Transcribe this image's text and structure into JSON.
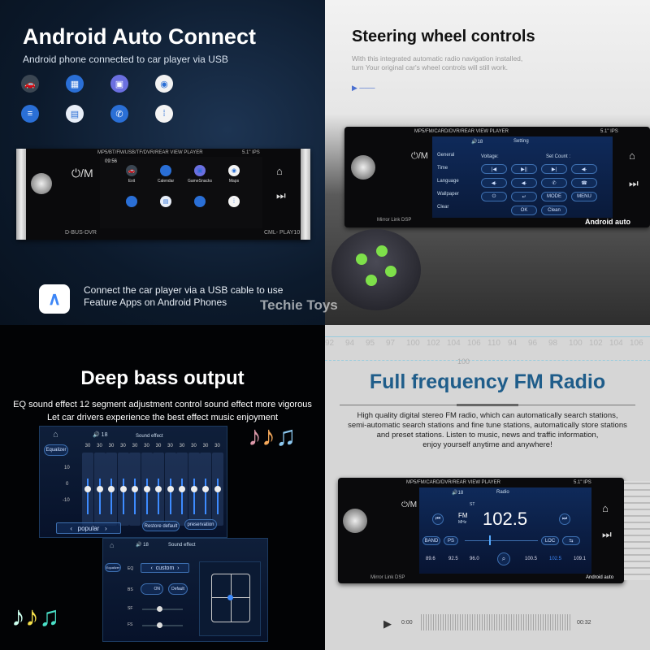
{
  "q1": {
    "title": "Android Auto Connect",
    "subtitle": "Android phone connected to car player via USB",
    "icons": [
      {
        "name": "car-icon",
        "color": "#3b4652",
        "glyph": "🚗"
      },
      {
        "name": "calendar-icon",
        "color": "#2a6fd6",
        "glyph": "▦"
      },
      {
        "name": "gamesnacks-icon",
        "color": "#6b6fe0",
        "glyph": "▣"
      },
      {
        "name": "maps-icon",
        "color": "#f2f2f2",
        "glyph": "◉"
      },
      {
        "name": "messages-icon",
        "color": "#2a6fd6",
        "glyph": "≡"
      },
      {
        "name": "news-icon",
        "color": "#e8eef8",
        "glyph": "▤"
      },
      {
        "name": "phone-icon",
        "color": "#2a6fd6",
        "glyph": "✆"
      },
      {
        "name": "podcasts-icon",
        "color": "#f4f4f4",
        "glyph": "⁞"
      }
    ],
    "device": {
      "header": "MP5/BT/FM/USB/TF/DVR/REAR VIEW PLAYER",
      "size": "5.1\" IPS",
      "time": "09:56",
      "left_label": "D-BUS-DVR",
      "right_label": "CML- PLAY10",
      "power": "⏻/M",
      "apps": [
        "Exit",
        "Calendar",
        "GameSnacks",
        "Maps"
      ]
    },
    "footer": {
      "line1": "Connect the car player via a USB cable to use",
      "line2": "Feature Apps on Android Phones"
    }
  },
  "q2": {
    "title": "Steering wheel controls",
    "sub1": "With this integrated automatic radio navigation installed,",
    "sub2": "turn Your original car's wheel controls will still work.",
    "device": {
      "header": "MP5/FM/CARD/DVR/REAR VIEW PLAYER",
      "size": "5.1\" IPS",
      "tab": "Setting",
      "volume": "18",
      "menu": [
        "General",
        "Time",
        "Language",
        "Wallpaper",
        "Clear"
      ],
      "voltage": "Voltage:",
      "set_count": "Set Count :",
      "buttons": [
        "|◀",
        "▶||",
        "▶|",
        "◀-",
        "◀-",
        "◀-",
        "✆",
        "☎",
        "⏻",
        "↵",
        "MODE",
        "MENU",
        "OK",
        "Clean"
      ],
      "footer": "Mirror Link DSP",
      "brand": "Android auto"
    }
  },
  "watermark": "Techie Toys",
  "q3": {
    "title": "Deep bass output",
    "sub1": "EQ sound effect 12 segment adjustment control sound effect more vigorous",
    "sub2": "Let car drivers experience the best effect music enjoyment",
    "eq": {
      "tab": "Sound effect",
      "volume": "18",
      "equalizer": "Equalizer",
      "scale": [
        "10",
        "0",
        "-10"
      ],
      "bands": [
        "30",
        "30",
        "30",
        "30",
        "30",
        "30",
        "30",
        "30",
        "30",
        "30",
        "30",
        "30"
      ],
      "band_level": 0,
      "preset": "popular",
      "restore": "Restore default",
      "preservation": "preservation"
    },
    "fx": {
      "tab": "Sound effect",
      "volume": "18",
      "equalizer": "Equalizer",
      "eq_label": "EQ",
      "preset": "custom",
      "bass_label": "BS",
      "toggle": "ON",
      "default": "Default",
      "sf_label": "SF",
      "fs_label": "FS",
      "sf_level": 0.35,
      "fs_level": 0.35
    }
  },
  "q4": {
    "scale": [
      "92",
      "94",
      "95",
      "97",
      "100",
      "102",
      "104",
      "106",
      "110",
      "94",
      "96",
      "98",
      "100",
      "102",
      "104",
      "106"
    ],
    "scale_mark": "100",
    "title": "Full frequency FM Radio",
    "desc": [
      "High quality digital stereo FM radio, which can automatically search stations,",
      "semi-automatic search stations and fine tune stations, automatically store stations",
      "and preset stations. Listen to music, news and traffic information,",
      "enjoy yourself anytime and anywhere!"
    ],
    "device": {
      "header": "MP5/FM/CARD/DVR/REAR VIEW PLAYER",
      "size": "5.1\" IPS",
      "tab": "Radio",
      "volume": "18",
      "st": "ST",
      "band_label": "FM",
      "unit": "MHz",
      "freq": "102.5",
      "band": "BAND",
      "ps": "PS",
      "loc": "LOC",
      "presets": [
        "89.6",
        "92.5",
        "96.0",
        "100.5",
        "102.5",
        "109.1"
      ],
      "footer": "Mirror Link DSP",
      "brand": "Android auto"
    },
    "player": {
      "start": "0:00",
      "end": "00:32"
    }
  },
  "colors": {
    "accent_blue": "#1f5d8a",
    "screen_blue": "#3d8bff"
  }
}
